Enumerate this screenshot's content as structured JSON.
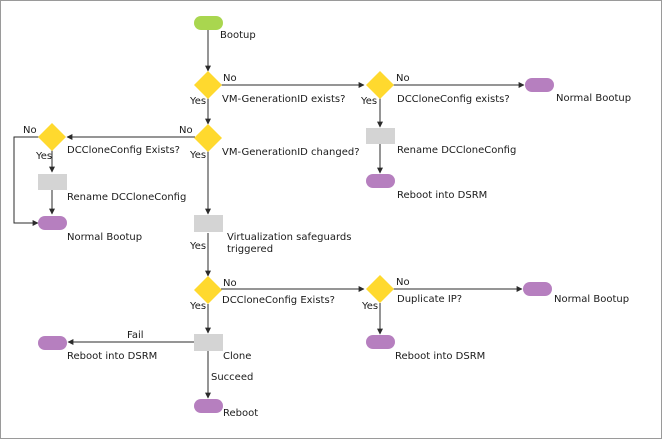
{
  "colors": {
    "start": "#a9d64f",
    "terminal": "#b67fbf",
    "decision": "#ffd92e",
    "process": "#d4d4d4",
    "line": "#2b2b2b"
  },
  "nodes": {
    "start": {
      "label": "Bootup"
    },
    "d_vmgen_exists": {
      "label": "VM-GenerationID exists?"
    },
    "d_dcclone_exists_top": {
      "label": "DCCloneConfig exists?"
    },
    "t_normal_boot_top": {
      "label": "Normal Bootup"
    },
    "p_rename_right": {
      "label": "Rename DCCloneConfig"
    },
    "t_reboot_dsrm_right": {
      "label": "Reboot into DSRM"
    },
    "d_vmgen_changed": {
      "label": "VM-GenerationID changed?"
    },
    "d_dcclone_exists_left": {
      "label": "DCCloneConfig Exists?"
    },
    "p_rename_left": {
      "label": "Rename DCCloneConfig"
    },
    "t_normal_boot_left": {
      "label": "Normal Bootup"
    },
    "p_safeguards": {
      "label_line1": "Virtualization safeguards",
      "label_line2": "triggered"
    },
    "d_dcclone_exists_mid": {
      "label": "DCCloneConfig Exists?"
    },
    "d_duplicate_ip": {
      "label": "Duplicate IP?"
    },
    "t_normal_boot_mid": {
      "label": "Normal Bootup"
    },
    "t_reboot_dsrm_mid": {
      "label": "Reboot into DSRM"
    },
    "p_clone": {
      "label": "Clone"
    },
    "t_reboot_dsrm_left": {
      "label": "Reboot into DSRM"
    },
    "t_reboot": {
      "label": "Reboot"
    }
  },
  "edges": {
    "no": "No",
    "yes": "Yes",
    "fail": "Fail",
    "succeed": "Succeed"
  }
}
